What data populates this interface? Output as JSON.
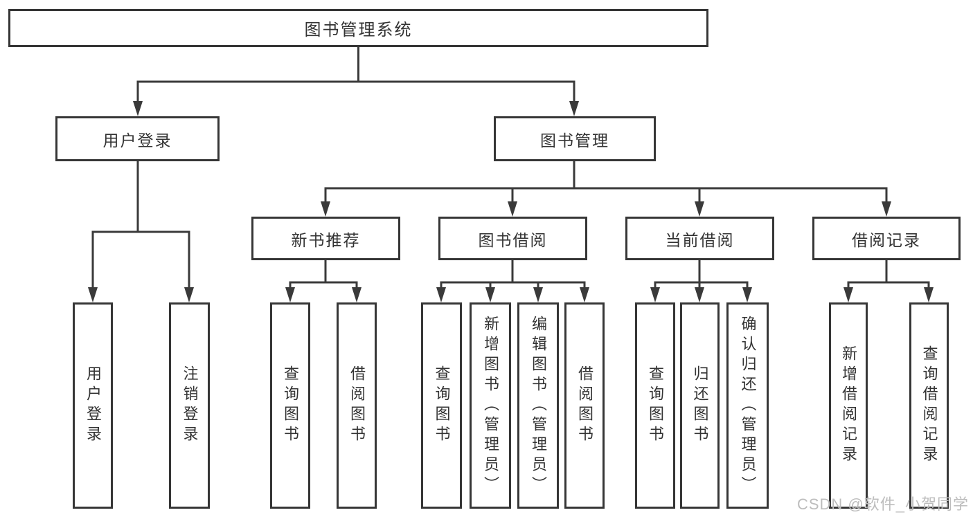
{
  "diagram": {
    "title": "图书管理系统",
    "root": {
      "label": "图书管理系统"
    },
    "level2": [
      {
        "label": "用户登录"
      },
      {
        "label": "图书管理"
      }
    ],
    "level3": [
      {
        "label": "新书推荐"
      },
      {
        "label": "图书借阅"
      },
      {
        "label": "当前借阅"
      },
      {
        "label": "借阅记录"
      }
    ],
    "leaves": {
      "user_login": [
        "用户登录",
        "注销登录"
      ],
      "new_book": [
        "查询图书",
        "借阅图书"
      ],
      "book_borrow": [
        "查询图书",
        "新增图书（管理员）",
        "编辑图书（管理员）",
        "借阅图书"
      ],
      "current_borrow": [
        "查询图书",
        "归还图书",
        "确认归还（管理员）"
      ],
      "borrow_record": [
        "新增借阅记录",
        "查询借阅记录"
      ]
    }
  },
  "watermark": "CSDN @软件_小贺同学",
  "colors": {
    "line": "#3a3a3a",
    "border": "#363636",
    "text": "#333333",
    "watermark": "#bdbdbd",
    "background": "#ffffff"
  }
}
